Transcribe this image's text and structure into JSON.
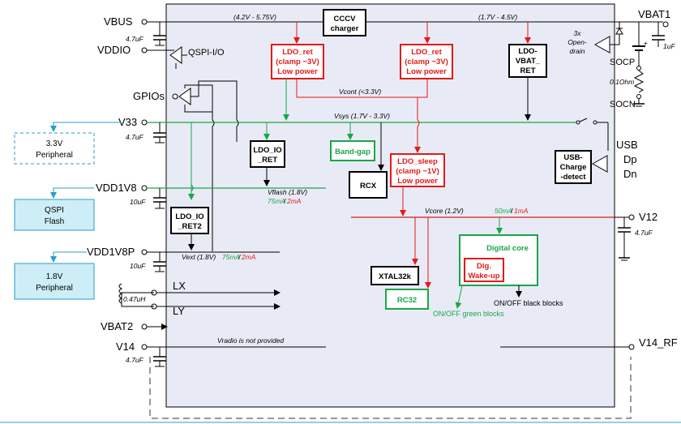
{
  "pins": {
    "vbus": "VBUS",
    "vddio": "VDDIO",
    "qspi_io": "QSPI-I/O",
    "gpios": "GPIOs",
    "v33": "V33",
    "vdd1v8": "VDD1V8",
    "vdd1v8p": "VDD1V8P",
    "lx": "LX",
    "ly": "LY",
    "vbat2": "VBAT2",
    "v14": "V14",
    "vbat1": "VBAT1",
    "usb": "USB",
    "dp": "Dp",
    "dn": "Dn",
    "v12": "V12",
    "v14_rf": "V14_RF",
    "socp": "SOCP",
    "socn": "SOCN"
  },
  "caps": {
    "c_vbus": "4.7uF",
    "c_v33": "4.7uF",
    "c_vdd1v8": "10uF",
    "c_vdd1v8p": "10uF",
    "inductor": "0.47uH",
    "c_v14": "4.7uF",
    "c_vbat1": "1uF",
    "c_v12": "4.7uF",
    "resistor": "0.1Ohm"
  },
  "open_drain": [
    "3x",
    "Open-",
    "drain"
  ],
  "peripherals": {
    "p33": [
      "3.3V",
      "Peripheral"
    ],
    "qspi": [
      "QSPI",
      "Flash"
    ],
    "p18": [
      "1.8V",
      "Peripheral"
    ]
  },
  "blocks": {
    "cccv": [
      "CCCV",
      "charger"
    ],
    "ldo_ret1": [
      "LDO_ret",
      "(clamp ~3V)",
      "Low power"
    ],
    "ldo_ret2": [
      "LDO_ret",
      "(clamp ~3V)",
      "Low power"
    ],
    "ldo_vbat_ret": [
      "LDO-",
      "VBAT_",
      "RET"
    ],
    "ldo_io_ret": [
      "LDO_IO",
      "_RET"
    ],
    "band_gap": "Band-gap",
    "rcx": "RCX",
    "ldo_sleep": [
      "LDO_sleep",
      "(clamp ~1V)",
      "Low power"
    ],
    "usb_charge": [
      "USB-",
      "Charge",
      "-detect"
    ],
    "ldo_io_ret2": [
      "LDO_IO",
      "_RET2"
    ],
    "xtal32k": "XTAL32k",
    "rc32": "RC32",
    "digital_core": "Digital core",
    "dig_wakeup": [
      "Dig.",
      "Wake-up"
    ]
  },
  "rails": {
    "vbus_range": "(4.2V - 5.75V)",
    "vbat_range": "(1.7V - 4.5V)",
    "vcont": "Vcont (<3.3V)",
    "vsys": "Vsys (1.7V - 3.3V)",
    "vflash": "Vflash (1.8V)",
    "vflash_green": "75mA",
    "vflash_red": "2mA",
    "vcore": "Vcore (1.2V)",
    "vcore_green": "50mA",
    "vcore_red": "1mA",
    "vext": "Vext (1.8V)",
    "vext_green": "75mA",
    "vext_red": "2mA",
    "vradio": "Vradio is not provided"
  },
  "legend": {
    "black": "ON/OFF black blocks",
    "green": "ON/OFF green blocks"
  },
  "colors": {
    "chip_fill": "#e8ebf5",
    "red": "#e21a1a",
    "green": "#1aa54b",
    "cyan_fill": "#cdeef6",
    "cyan_stroke": "#2b9cc6"
  }
}
